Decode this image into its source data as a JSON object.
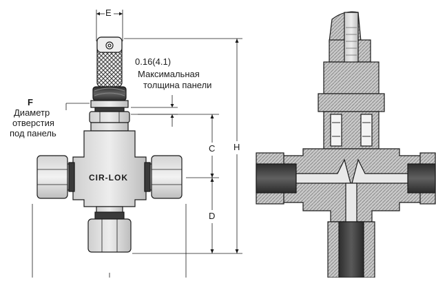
{
  "diagram": {
    "dimension_labels": {
      "E": "E",
      "C": "C",
      "D": "D",
      "H": "H",
      "F": "F"
    },
    "thickness_note": {
      "value": "0.16(4.1)",
      "line1": "Максимальная",
      "line2": "толщина панели"
    },
    "hole_note": {
      "line1": "Диаметр",
      "line2": "отверстия",
      "line3": "под панель"
    },
    "body_logo": "CIR-LOK"
  }
}
